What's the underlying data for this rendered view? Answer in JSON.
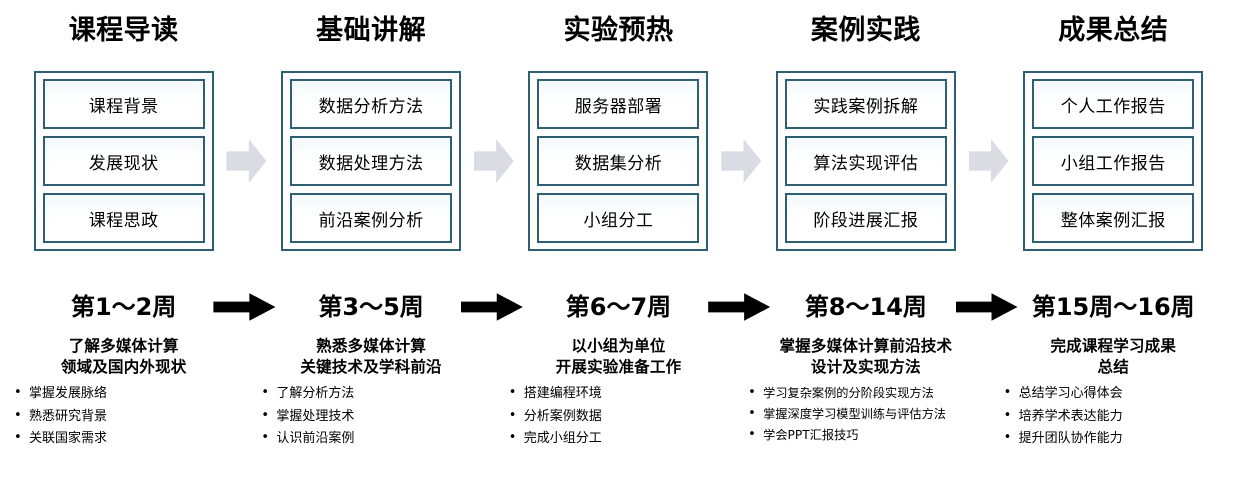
{
  "diagram": {
    "title_row": {
      "stages": [
        {
          "title": "课程导读"
        },
        {
          "title": "基础讲解"
        },
        {
          "title": "实验预热"
        },
        {
          "title": "案例实践"
        },
        {
          "title": "成果总结"
        }
      ]
    },
    "columns": [
      {
        "stage_title": "课程导读",
        "items": [
          "课程背景",
          "发展现状",
          "课程思政"
        ],
        "week": "第1～2周",
        "goal": "了解多媒体计算\n领域及国内外现状",
        "bullets": [
          "掌握发展脉络",
          "熟悉研究背景",
          "关联国家需求"
        ]
      },
      {
        "stage_title": "基础讲解",
        "items": [
          "数据分析方法",
          "数据处理方法",
          "前沿案例分析"
        ],
        "week": "第3～5周",
        "goal": "熟悉多媒体计算\n关键技术及学科前沿",
        "bullets": [
          "了解分析方法",
          "掌握处理技术",
          "认识前沿案例"
        ]
      },
      {
        "stage_title": "实验预热",
        "items": [
          "服务器部署",
          "数据集分析",
          "小组分工"
        ],
        "week": "第6～7周",
        "goal": "以小组为单位\n开展实验准备工作",
        "bullets": [
          "搭建编程环境",
          "分析案例数据",
          "完成小组分工"
        ]
      },
      {
        "stage_title": "案例实践",
        "items": [
          "实践案例拆解",
          "算法实现评估",
          "阶段进展汇报"
        ],
        "week": "第8～14周",
        "goal": "掌握多媒体计算前沿技术\n设计及实现方法",
        "bullets": [
          "学习复杂案例的分阶段实现方法",
          "掌握深度学习模型训练与评估方法",
          "学会PPT汇报技巧"
        ]
      },
      {
        "stage_title": "成果总结",
        "items": [
          "个人工作报告",
          "小组工作报告",
          "整体案例汇报"
        ],
        "week": "第15周～16周",
        "goal": "完成课程学习成果\n总结",
        "bullets": [
          "总结学习心得体会",
          "培养学术表达能力",
          "提升团队协作能力"
        ]
      }
    ],
    "colors": {
      "box_border": "#2f5f73",
      "grey_arrow": "#d9dce2",
      "black_arrow": "#000000",
      "text": "#000000",
      "background": "#ffffff"
    }
  }
}
